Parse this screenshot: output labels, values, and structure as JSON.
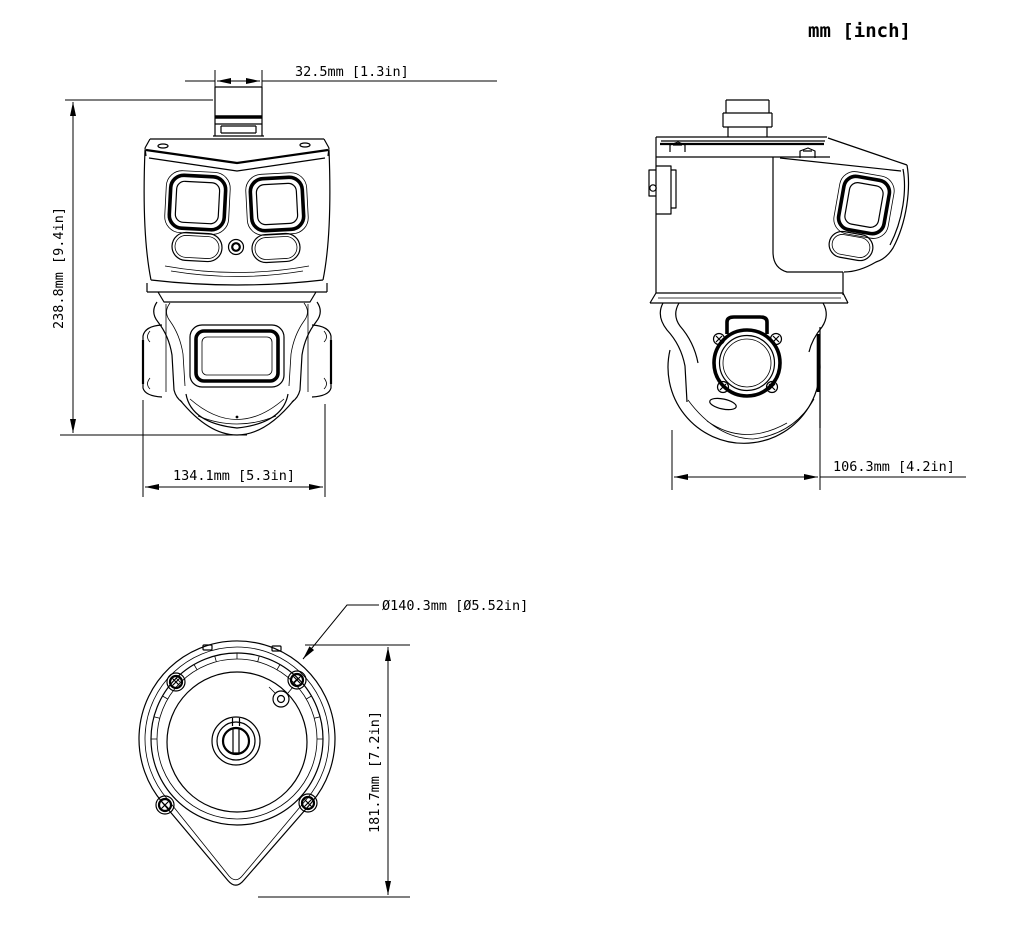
{
  "units_header": "mm [inch]",
  "front_view": {
    "top_width": "32.5mm [1.3in]",
    "height": "238.8mm [9.4in]",
    "bottom_width": "134.1mm [5.3in]"
  },
  "side_view": {
    "width": "106.3mm [4.2in]"
  },
  "bottom_view": {
    "diameter": "Ø140.3mm [Ø5.52in]",
    "height": "181.7mm [7.2in]"
  },
  "colors": {
    "line": "#000000",
    "background": "#ffffff"
  }
}
